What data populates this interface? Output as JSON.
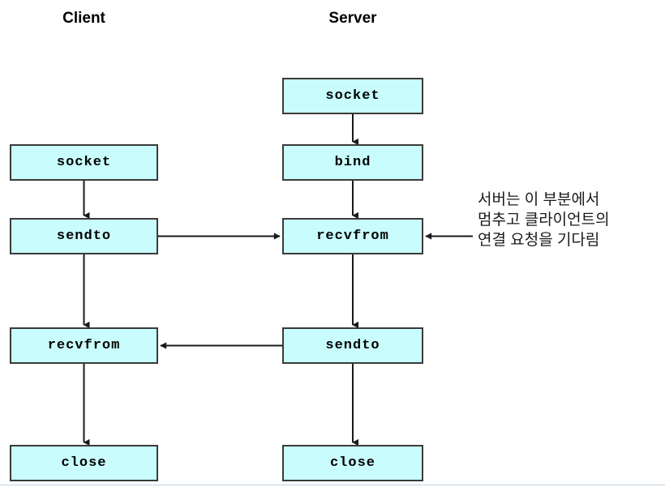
{
  "diagram": {
    "title_client": "Client",
    "title_server": "Server",
    "colors": {
      "box_fill": "#c9fdfd",
      "box_border": "#3a3a3a",
      "arrow": "#1a1a1a",
      "text": "#000000",
      "bottom_rule": "#c2cfe0"
    },
    "columns": [
      {
        "name": "client",
        "heading": "Client",
        "steps": [
          {
            "id": "client-socket",
            "label": "socket"
          },
          {
            "id": "client-sendto",
            "label": "sendto"
          },
          {
            "id": "client-recvfrom",
            "label": "recvfrom"
          },
          {
            "id": "client-close",
            "label": "close"
          }
        ]
      },
      {
        "name": "server",
        "heading": "Server",
        "steps": [
          {
            "id": "server-socket",
            "label": "socket"
          },
          {
            "id": "server-bind",
            "label": "bind"
          },
          {
            "id": "server-recvfrom",
            "label": "recvfrom"
          },
          {
            "id": "server-sendto",
            "label": "sendto"
          },
          {
            "id": "server-close",
            "label": "close"
          }
        ]
      }
    ],
    "flow_arrows": [
      {
        "from": "client-socket",
        "to": "client-sendto",
        "direction": "down"
      },
      {
        "from": "client-sendto",
        "to": "client-recvfrom",
        "direction": "down"
      },
      {
        "from": "client-recvfrom",
        "to": "client-close",
        "direction": "down"
      },
      {
        "from": "server-socket",
        "to": "server-bind",
        "direction": "down"
      },
      {
        "from": "server-bind",
        "to": "server-recvfrom",
        "direction": "down"
      },
      {
        "from": "server-recvfrom",
        "to": "server-sendto",
        "direction": "down"
      },
      {
        "from": "server-sendto",
        "to": "server-close",
        "direction": "down"
      },
      {
        "from": "client-sendto",
        "to": "server-recvfrom",
        "direction": "right"
      },
      {
        "from": "server-sendto",
        "to": "client-recvfrom",
        "direction": "left"
      }
    ],
    "annotation": {
      "id": "server-block-note",
      "text": "서버는 이 부분에서\n멈추고 클라이언트의\n연결 요청을 기다림",
      "points_to": "server-recvfrom",
      "direction": "left"
    }
  }
}
